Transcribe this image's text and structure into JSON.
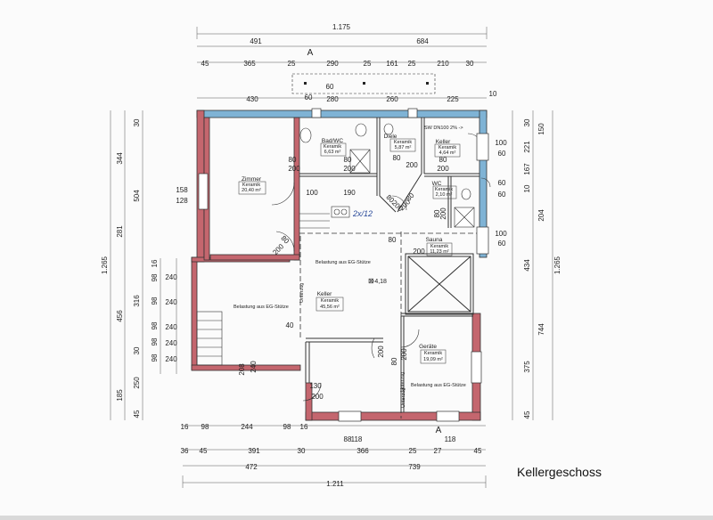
{
  "title": "Kellergeschoss",
  "colors": {
    "wall_red": "#c4666e",
    "wall_blue": "#7fb3d5",
    "line": "#333333",
    "dim_line": "#555555"
  },
  "dims_top": {
    "total": "1.175",
    "row2": [
      "491",
      "684"
    ],
    "row3": [
      "45",
      "365",
      "25",
      "290",
      "25",
      "161",
      "25",
      "210",
      "30"
    ],
    "row4": [
      "430",
      "280",
      "260",
      "225",
      "10"
    ],
    "small_v": [
      "60",
      "60"
    ],
    "section_mark": "A"
  },
  "dims_bottom": {
    "row1": [
      "16",
      "98",
      "244",
      "98",
      "16"
    ],
    "row2": [
      "36",
      "45",
      "391",
      "30",
      "88",
      "118",
      "366",
      "25",
      "27",
      "118",
      "45"
    ],
    "row3": [
      "472",
      "739"
    ],
    "total": "1.211",
    "section_mark": "A"
  },
  "dims_left": {
    "outer": "1.265",
    "row2": [
      "344",
      "504",
      "281",
      "456",
      "185"
    ],
    "row3": [
      "30",
      "316",
      "250",
      "30",
      "45"
    ],
    "row4": [
      "16",
      "98",
      "98",
      "98",
      "98",
      "98"
    ],
    "row5": [
      "240",
      "240",
      "240",
      "240",
      "240"
    ],
    "window": [
      "158",
      "128"
    ]
  },
  "dims_right": {
    "outer": "1.265",
    "row2": [
      "150",
      "204",
      "744"
    ],
    "row3": [
      "30",
      "221",
      "167",
      "10",
      "434",
      "375",
      "45"
    ],
    "openings": [
      "100",
      "60",
      "60",
      "60",
      "100",
      "60"
    ]
  },
  "rooms": [
    {
      "name": "Zimmer",
      "floor": "Keramik",
      "area": "20,40 m²"
    },
    {
      "name": "Bad/WC",
      "floor": "Keramik",
      "area": "6,63 m²"
    },
    {
      "name": "Diele",
      "floor": "Keramik",
      "area": "5,87 m²"
    },
    {
      "name": "Keller",
      "floor": "Keramik",
      "area": "4,64 m²"
    },
    {
      "name": "WC",
      "floor": "Keramik",
      "area": "2,10 m²"
    },
    {
      "name": "Sauna",
      "floor": "Keramik",
      "area": "11,23 m²"
    },
    {
      "name": "Keller",
      "floor": "Keramik",
      "area": "45,56 m²"
    },
    {
      "name": "Geräte",
      "floor": "Keramik",
      "area": "19,09 m²"
    }
  ],
  "notes": {
    "sewer": "SW DN100 2% ->",
    "load1": "Belastung aus EG-Stütze",
    "load2": "Belastung aus EG-Stütze",
    "load3": "Belastung aus EG-Stütze",
    "level": "-4,18",
    "handwritten": "2x/12",
    "unterzug1": "Unterzug",
    "unterzug2": "Unterzug",
    "unterzug3": "Unterzug"
  },
  "door_labels": {
    "zimmer": [
      "80",
      "200"
    ],
    "bad": [
      "80",
      "200"
    ],
    "diele": [
      "80",
      "200"
    ],
    "keller_small": [
      "80",
      "200"
    ],
    "opening_mid": [
      "100",
      "190"
    ],
    "diag1": [
      "80",
      "200"
    ],
    "diag2": [
      "80",
      "200"
    ],
    "diag3": [
      "80",
      "200"
    ],
    "sauna": [
      "80",
      "200"
    ],
    "wc": [
      "80",
      "200"
    ],
    "keller_main": [
      "200",
      "40"
    ],
    "geraete": [
      "80",
      "200"
    ],
    "bottom": [
      "130",
      "200"
    ],
    "stair": [
      "208",
      "240"
    ]
  }
}
